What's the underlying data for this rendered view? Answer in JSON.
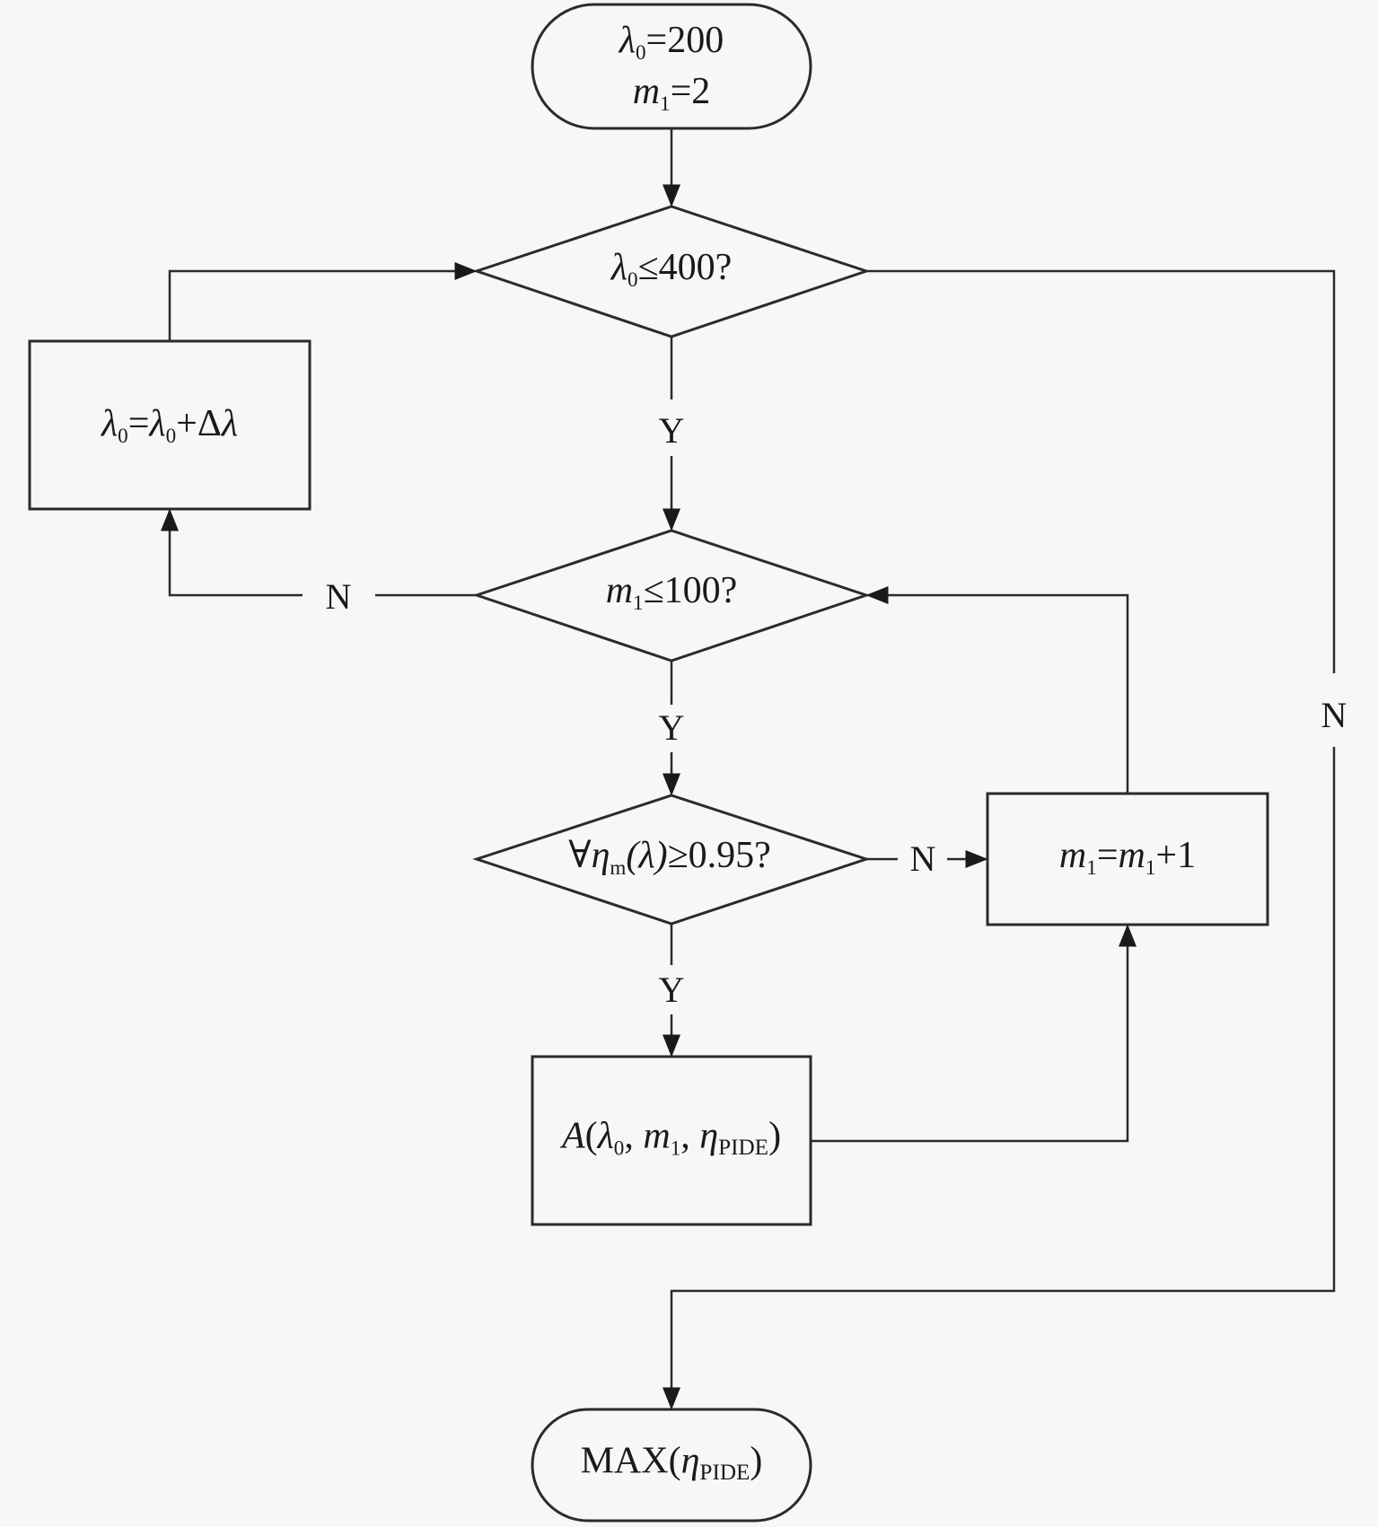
{
  "diagram": {
    "type": "flowchart",
    "nodes": {
      "start": {
        "kind": "terminal",
        "line1_var": "λ",
        "line1_sub": "0",
        "line1_rest": "=200",
        "line2_var": "m",
        "line2_sub": "1",
        "line2_rest": "=2"
      },
      "cond_lambda": {
        "kind": "decision",
        "var": "λ",
        "sub": "0",
        "rest": "≤400?"
      },
      "update_lambda": {
        "kind": "process",
        "a_var": "λ",
        "a_sub": "0",
        "eq": "=",
        "b_var": "λ",
        "b_sub": "0",
        "plus": "+Δ",
        "c_var": "λ"
      },
      "cond_m": {
        "kind": "decision",
        "var": "m",
        "sub": "1",
        "rest": "≤100?"
      },
      "cond_eta": {
        "kind": "decision",
        "prefix": "∀",
        "var": "η",
        "sub": "m",
        "paren": "(λ)",
        "rest": "≥0.95?"
      },
      "update_m": {
        "kind": "process",
        "a_var": "m",
        "a_sub": "1",
        "eq": "=",
        "b_var": "m",
        "b_sub": "1",
        "rest": "+1"
      },
      "compute": {
        "kind": "process",
        "fn": "A",
        "open": "(",
        "v1": "λ",
        "s1": "0",
        "sep1": ", ",
        "v2": "m",
        "s2": "1",
        "sep2": ", ",
        "v3": "η",
        "s3": "PIDE",
        "close": ")"
      },
      "end": {
        "kind": "terminal",
        "fn": "MAX(",
        "var": "η",
        "sub": "PIDE",
        "close": ")"
      }
    },
    "labels": {
      "yes": "Y",
      "no": "N"
    },
    "edges": [
      {
        "from": "start",
        "to": "cond_lambda",
        "label": ""
      },
      {
        "from": "cond_lambda",
        "to": "cond_m",
        "label": "Y"
      },
      {
        "from": "cond_lambda",
        "to": "end",
        "label": "N"
      },
      {
        "from": "cond_m",
        "to": "cond_eta",
        "label": "Y"
      },
      {
        "from": "cond_m",
        "to": "update_lambda",
        "label": "N"
      },
      {
        "from": "update_lambda",
        "to": "cond_lambda",
        "label": ""
      },
      {
        "from": "cond_eta",
        "to": "compute",
        "label": "Y"
      },
      {
        "from": "cond_eta",
        "to": "update_m",
        "label": "N"
      },
      {
        "from": "compute",
        "to": "update_m",
        "label": ""
      },
      {
        "from": "update_m",
        "to": "cond_m",
        "label": ""
      }
    ]
  }
}
